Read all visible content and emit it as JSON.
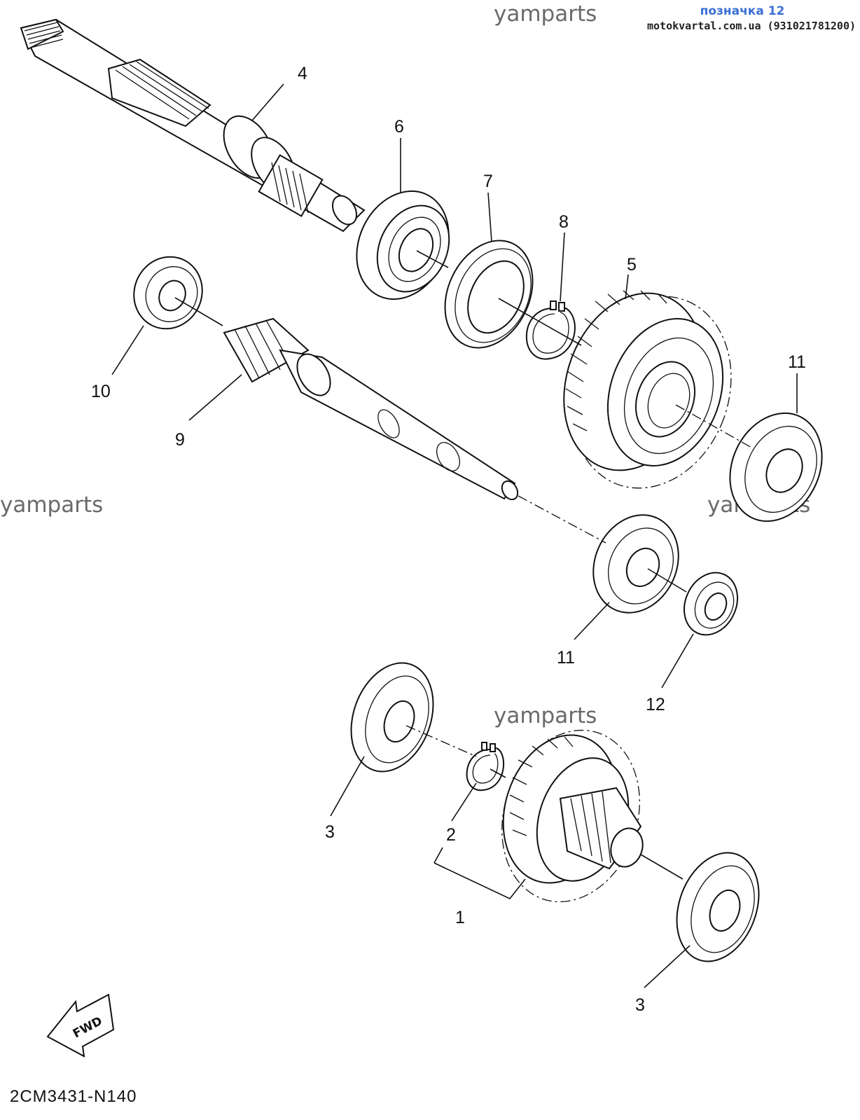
{
  "header": {
    "badge": "позначка 12",
    "site": "motokvartal.com.ua (931021781200)"
  },
  "watermarks": [
    "yamparts",
    "yamparts",
    "yamparts",
    "yamparts"
  ],
  "callouts": [
    "1",
    "2",
    "3",
    "3",
    "4",
    "5",
    "6",
    "7",
    "8",
    "9",
    "10",
    "11",
    "11",
    "12"
  ],
  "fwd_label": "FWD",
  "diagram_code": "2CM3431-N140"
}
